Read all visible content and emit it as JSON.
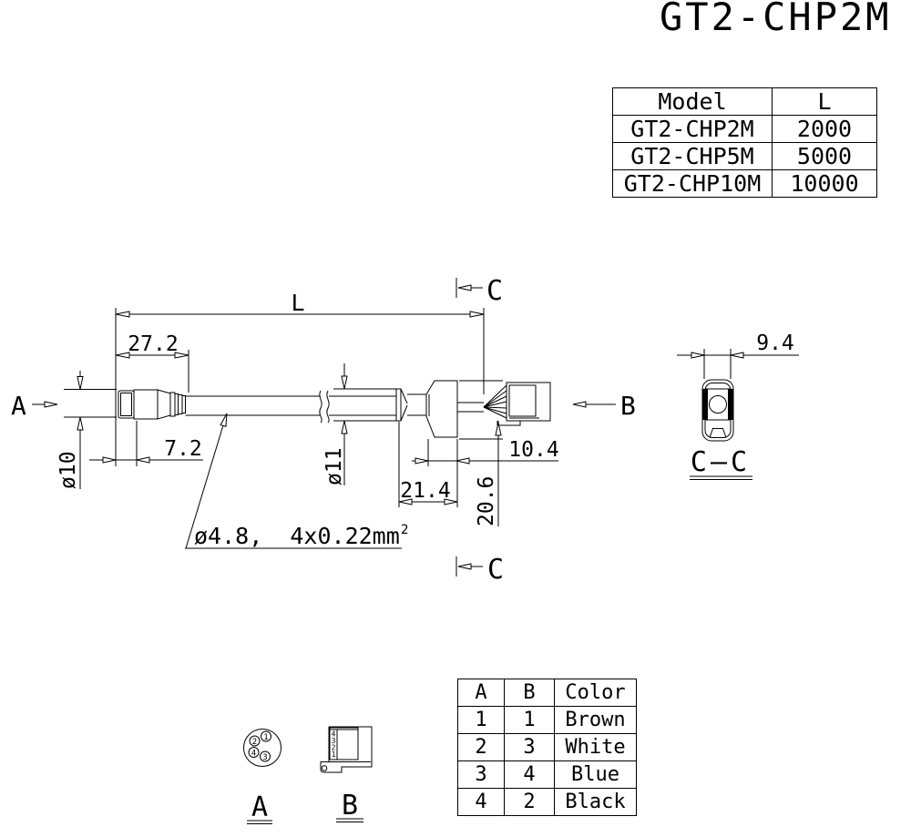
{
  "colors": {
    "ink": "#000000",
    "paper": "#ffffff"
  },
  "title": "GT2-CHP2M",
  "model_table": {
    "header": {
      "model": "Model",
      "length": "L"
    },
    "rows": [
      {
        "model": "GT2-CHP2M",
        "length": "2000"
      },
      {
        "model": "GT2-CHP5M",
        "length": "5000"
      },
      {
        "model": "GT2-CHP10M",
        "length": "10000"
      }
    ]
  },
  "wiring_table": {
    "header": {
      "a": "A",
      "b": "B",
      "color": "Color"
    },
    "rows": [
      {
        "a": "1",
        "b": "1",
        "color": "Brown"
      },
      {
        "a": "2",
        "b": "3",
        "color": "White"
      },
      {
        "a": "3",
        "b": "4",
        "color": "Blue"
      },
      {
        "a": "4",
        "b": "2",
        "color": "Black"
      }
    ]
  },
  "dimensions": {
    "overall": "L",
    "conn_a_length": "27.2",
    "conn_a_nut": "7.2",
    "conn_a_dia": "ø10",
    "cable_note": "ø4.8,  4x0.22mm",
    "cable_note_sup": "2",
    "boot_dia": "ø11",
    "conn_b_length": "21.4",
    "conn_b_nut": "10.4",
    "conn_b_height": "20.6",
    "section_width": "9.4"
  },
  "labels": {
    "view_a": "A",
    "view_b": "B",
    "section": "C",
    "section_view": "C—C"
  },
  "pins": {
    "a_view": [
      "1",
      "2",
      "4",
      "3"
    ],
    "b_view": [
      "4",
      "3",
      "2",
      "1"
    ]
  }
}
